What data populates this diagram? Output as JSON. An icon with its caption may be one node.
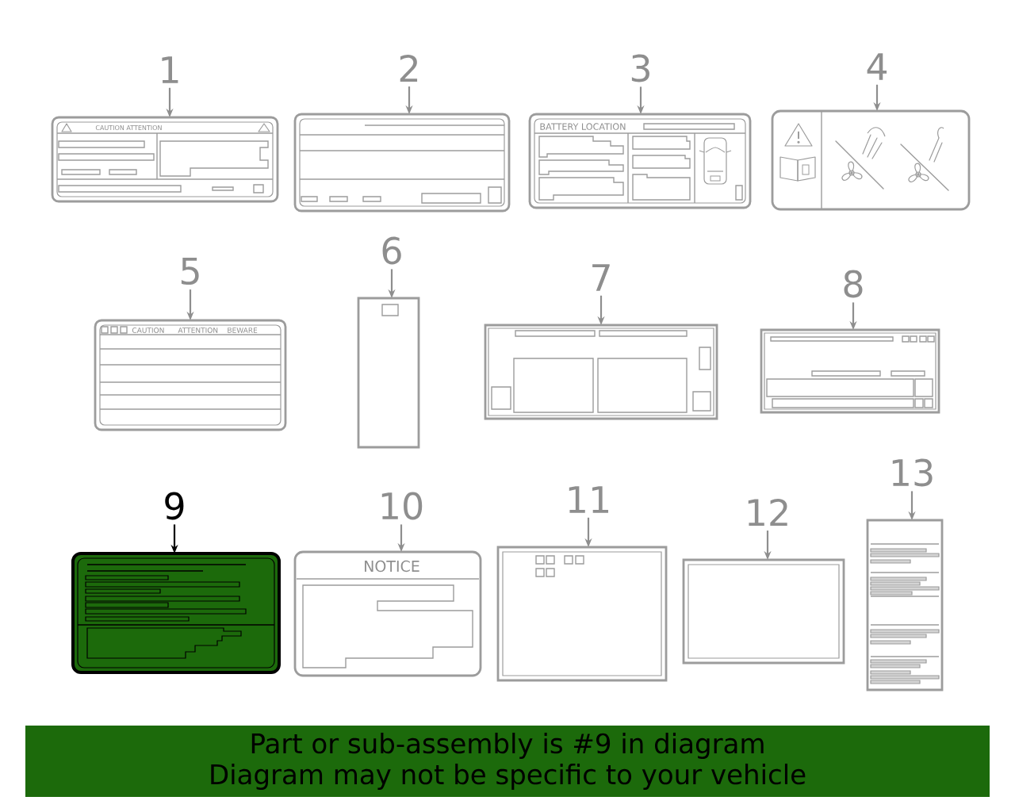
{
  "diagram": {
    "nodes": [
      {
        "text": [
          "1"
        ]
      },
      {
        "text": [
          "CAUTION ATTENTION"
        ]
      },
      {
        "text": [
          "2"
        ]
      },
      {
        "text": [],
        "shape": "box"
      },
      {
        "text": [
          "3"
        ]
      },
      {
        "text": [
          "BATTERY LOCATION"
        ]
      },
      {
        "text": [
          "4"
        ]
      },
      {
        "text": [],
        "shape": "box"
      },
      {
        "text": [
          "5"
        ]
      },
      {
        "text": [
          "CAUTION",
          "ATTENTION",
          "BEWARE"
        ]
      },
      {
        "text": [
          "6"
        ]
      },
      {
        "text": [],
        "shape": "box"
      },
      {
        "text": [
          "7"
        ]
      },
      {
        "text": [],
        "shape": "box"
      },
      {
        "text": [
          "8"
        ]
      },
      {
        "text": [],
        "shape": "box"
      },
      {
        "text": [
          "9"
        ]
      },
      {
        "text": [],
        "shape": "box"
      },
      {
        "text": [
          "10"
        ]
      },
      {
        "text": [
          "NOTICE"
        ]
      },
      {
        "text": [
          "11"
        ]
      },
      {
        "text": [],
        "shape": "box"
      },
      {
        "text": [
          "12"
        ]
      },
      {
        "text": [],
        "shape": "box"
      },
      {
        "text": [
          "13"
        ]
      },
      {
        "text": [],
        "shape": "box"
      },
      {
        "text": [
          "Part or sub-assembly is #9 in diagram",
          "Diagram may not be specific to your vehicle"
        ]
      }
    ],
    "edges": [
      {
        "from": 0,
        "to": 1,
        "arrow": "to"
      },
      {
        "from": 2,
        "to": 3,
        "arrow": "to"
      },
      {
        "from": 4,
        "to": 5,
        "arrow": "to"
      },
      {
        "from": 6,
        "to": 7,
        "arrow": "to"
      },
      {
        "from": 8,
        "to": 9,
        "arrow": "to"
      },
      {
        "from": 10,
        "to": 11,
        "arrow": "to"
      },
      {
        "from": 12,
        "to": 13,
        "arrow": "to"
      },
      {
        "from": 14,
        "to": 15,
        "arrow": "to"
      },
      {
        "from": 16,
        "to": 17,
        "arrow": "to",
        "color": "#000000"
      },
      {
        "from": 18,
        "to": 19,
        "arrow": "to"
      },
      {
        "from": 20,
        "to": 21,
        "arrow": "to"
      },
      {
        "from": 22,
        "to": 23,
        "arrow": "to"
      },
      {
        "from": 24,
        "to": 25,
        "arrow": "to"
      }
    ]
  }
}
